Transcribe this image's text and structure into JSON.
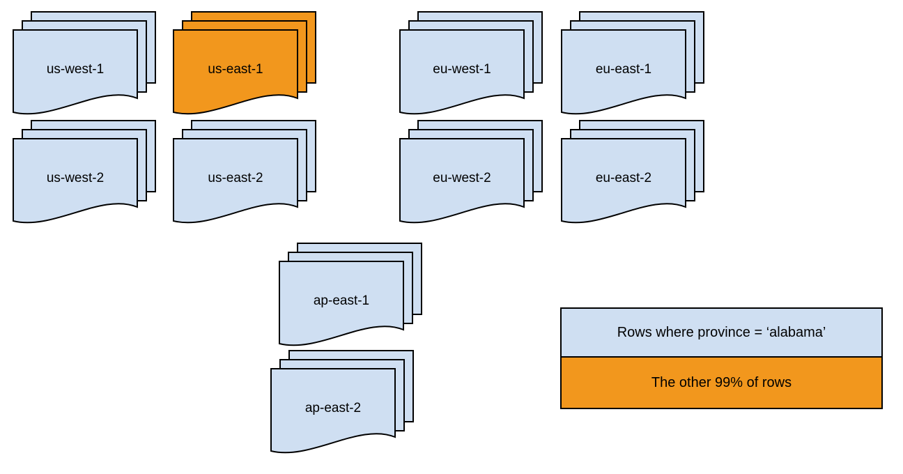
{
  "diagram": {
    "stacks": [
      {
        "label": "us-west-1",
        "highlighted": false
      },
      {
        "label": "us-east-1",
        "highlighted": true
      },
      {
        "label": "eu-west-1",
        "highlighted": false
      },
      {
        "label": "eu-east-1",
        "highlighted": false
      },
      {
        "label": "us-west-2",
        "highlighted": false
      },
      {
        "label": "us-east-2",
        "highlighted": false
      },
      {
        "label": "eu-west-2",
        "highlighted": false
      },
      {
        "label": "eu-east-2",
        "highlighted": false
      },
      {
        "label": "ap-east-1",
        "highlighted": false
      },
      {
        "label": "ap-east-2",
        "highlighted": false
      }
    ],
    "legend": {
      "items": [
        {
          "label": "Rows where province = ‘alabama’"
        },
        {
          "label": "The other 99% of rows"
        }
      ]
    },
    "colors": {
      "doc_fill": "#cfdff2",
      "doc_stroke": "#000000",
      "highlight_fill": "#f2971d",
      "background": "#ffffff"
    }
  }
}
